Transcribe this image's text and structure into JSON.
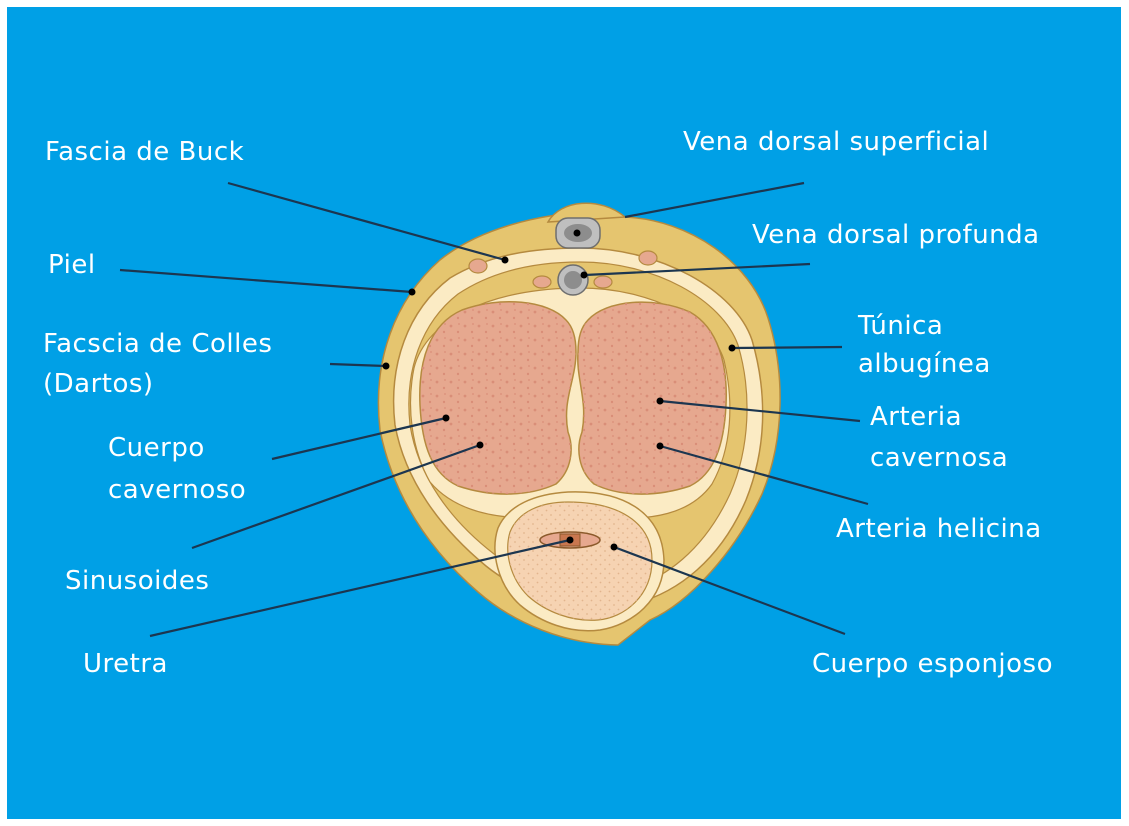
{
  "colors": {
    "background": "#00a0e6",
    "skin": "#e5c56f",
    "inner_layer": "#fbebc4",
    "cavernosum": "#e6a88f",
    "spongiosum": "#f6d3b2",
    "vein": "#9b9b9b",
    "leader_line": "#1c3650",
    "label_text": "#ffffff"
  },
  "labels": {
    "fascia_buck": "Fascia de Buck",
    "vena_dorsal_superficial": "Vena dorsal superficial",
    "vena_dorsal_profunda": "Vena dorsal profunda",
    "piel": "Piel",
    "fascia_colles_line1": "Facscia de Colles",
    "fascia_colles_line2": "(Dartos)",
    "tunica_line1": "Túnica",
    "tunica_line2": "albugínea",
    "cuerpo_cavernoso_line1": "Cuerpo",
    "cuerpo_cavernoso_line2": "cavernoso",
    "arteria_cavernosa_line1": "Arteria",
    "arteria_cavernosa_line2": "cavernosa",
    "arteria_helicina": "Arteria helicina",
    "sinusoides": "Sinusoides",
    "uretra": "Uretra",
    "cuerpo_esponjoso": "Cuerpo esponjoso"
  }
}
